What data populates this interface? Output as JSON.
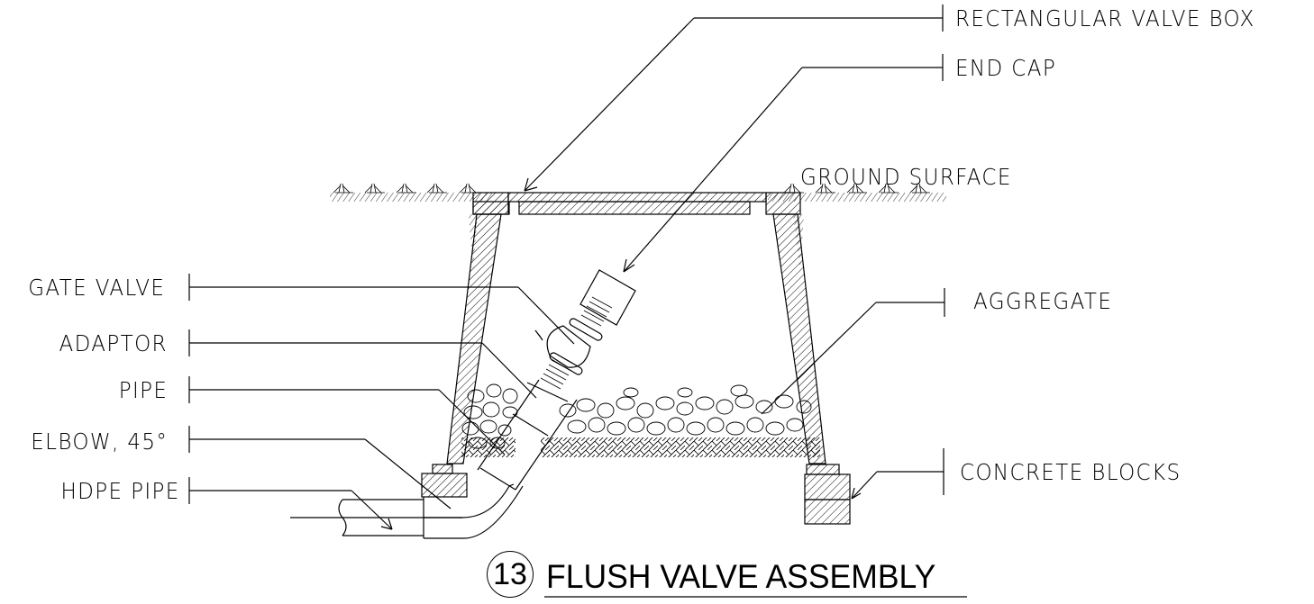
{
  "drawing": {
    "detail_number": "13",
    "title": "FLUSH VALVE ASSEMBLY"
  },
  "callouts": {
    "right": [
      {
        "label": "RECTANGULAR VALVE BOX"
      },
      {
        "label": "END CAP"
      },
      {
        "label": "AGGREGATE"
      },
      {
        "label": "CONCRETE BLOCKS"
      }
    ],
    "left": [
      {
        "label": "GATE VALVE"
      },
      {
        "label": "ADAPTOR"
      },
      {
        "label": "PIPE"
      },
      {
        "label": "ELBOW, 45°"
      },
      {
        "label": "HDPE PIPE"
      }
    ],
    "inline": [
      {
        "label": "GROUND SURFACE"
      }
    ]
  },
  "colors": {
    "line": "#000000",
    "background": "#ffffff"
  }
}
